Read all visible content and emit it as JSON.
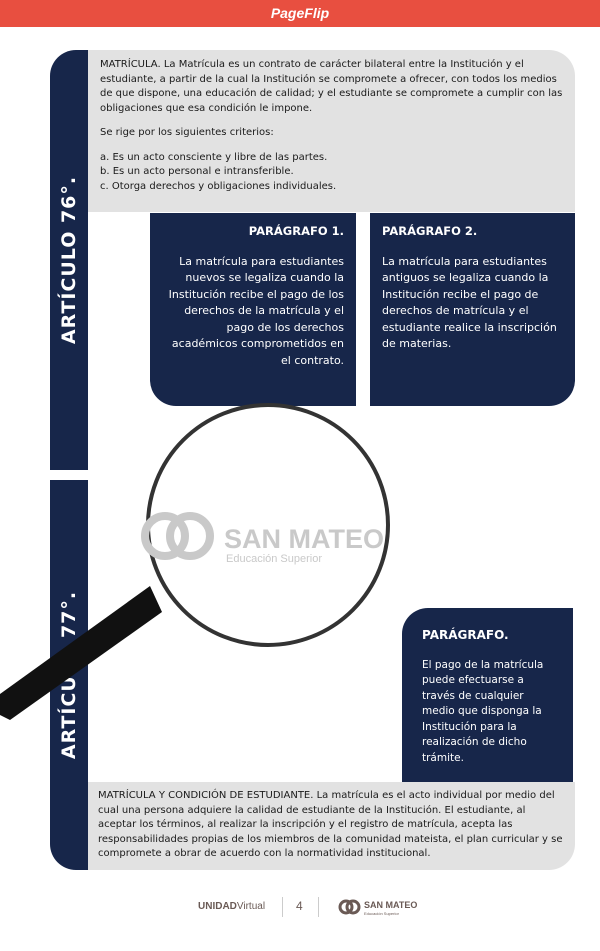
{
  "header": {
    "title": "PageFlip"
  },
  "article76": {
    "label": "ARTÍCULO 76°.",
    "intro_p1": "MATRÍCULA. La Matrícula es un contrato de carácter bilateral entre la Institución y el estudiante, a partir de la cual la Institución se compromete a ofrecer, con todos los medios de que dispone, una educación de calidad; y el estudiante se compromete a cumplir con las obligaciones que esa condición le impone.",
    "intro_p2": "Se rige por los siguientes criterios:",
    "criteria": [
      "a. Es un acto consciente y libre de las partes.",
      "b. Es un acto personal e intransferible.",
      "c. Otorga derechos y obligaciones individuales."
    ],
    "paragraph1": {
      "title": "PARÁGRAFO 1.",
      "text": "La matrícula para estudiantes nuevos se legaliza cuando la Institución recibe el pago de los derechos de la matrícula y el pago de los derechos académicos comprometidos en el contrato."
    },
    "paragraph2": {
      "title": "PARÁGRAFO 2.",
      "text": "La matrícula para estudiantes antiguos se legaliza cuando la Institución recibe el pago de derechos de matrícula y el estudiante realice la inscripción de materias."
    }
  },
  "article77": {
    "label": "ARTÍCULO 77°.",
    "paragraph": {
      "title": "PARÁGRAFO.",
      "text": "El pago de la matrícula puede efectuarse a través de cualquier medio que disponga la Institución para la realización de dicho trámite."
    },
    "text": "MATRÍCULA Y CONDICIÓN DE ESTUDIANTE. La matrícula es el acto individual por medio del cual una persona adquiere la calidad de estudiante de la Institución. El estudiante, al aceptar los términos, al realizar la inscripción y  el registro de matrícula, acepta las responsabilidades propias de los miembros de la comunidad mateista, el plan curricular y se compromete a obrar de acuerdo con la normatividad institucional."
  },
  "watermark": {
    "name": "SAN MATEO",
    "tagline": "Educación Superior"
  },
  "footer": {
    "unidad_bold": "UNIDAD",
    "unidad_light": "Virtual",
    "page": "4",
    "logo_name": "SAN MATEO",
    "logo_tagline": "Educación Superior"
  },
  "colors": {
    "header": "#e84f40",
    "navy": "#17264a",
    "gray": "#e2e2e2"
  }
}
